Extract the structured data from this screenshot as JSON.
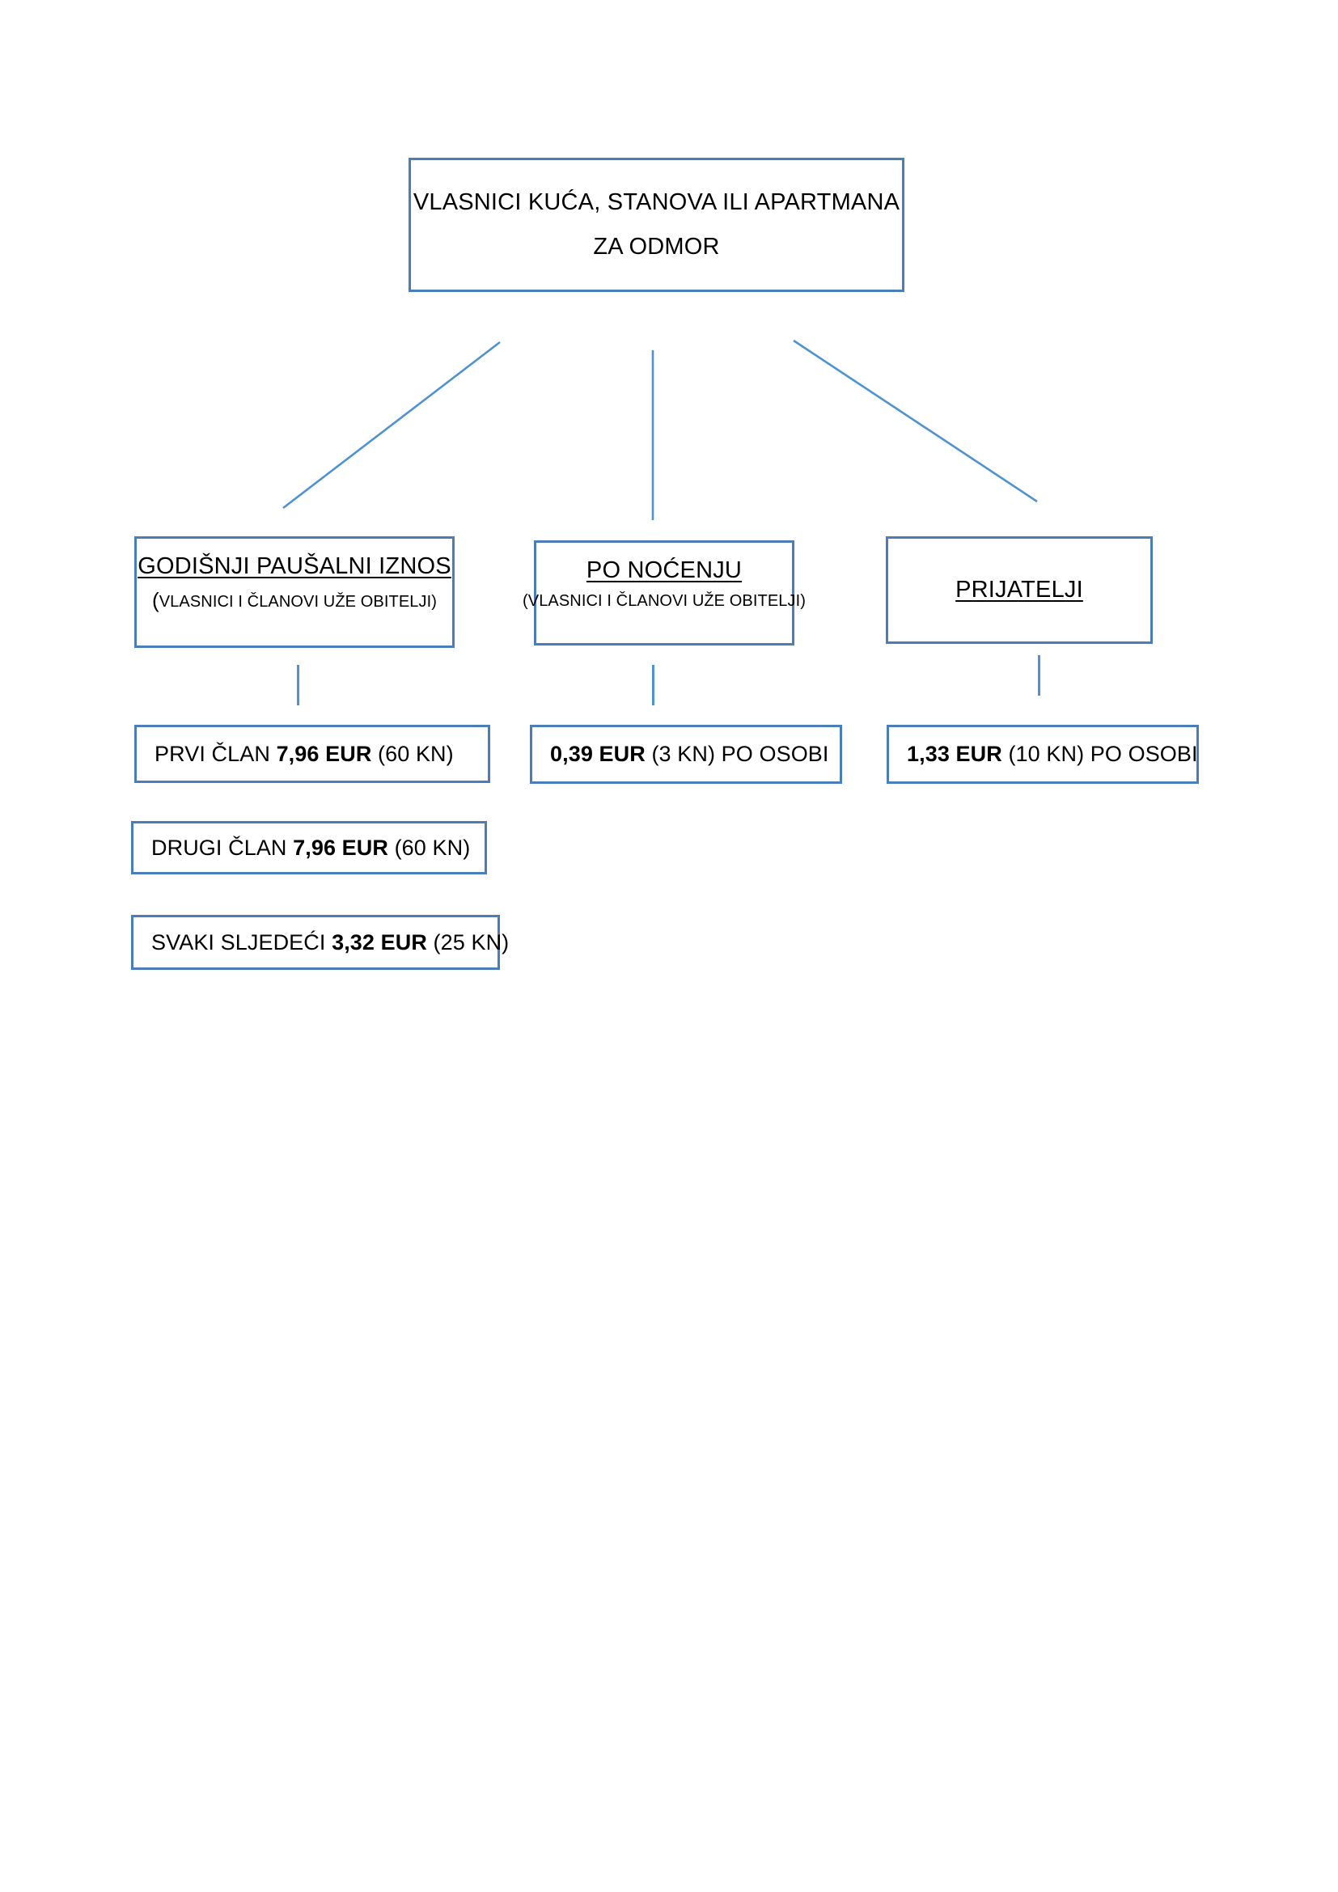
{
  "diagram": {
    "type": "hierarchy-tree",
    "colors": {
      "box_border": "#4a7ebb",
      "connector": "#4e92d0",
      "text": "#000000",
      "background": "#ffffff"
    },
    "root": {
      "line_1": "VLASNICI KUĆA, STANOVA ILI APARTMANA",
      "line_2": "ZA ODMOR"
    },
    "categories": [
      {
        "id": "godisnji-pausalni-iznos",
        "title": "GODIŠNJI PAUŠALNI IZNOS",
        "subtitle_paren_open": "(",
        "subtitle": "VLASNICI I ČLANOVI UŽE OBITELJI)"
      },
      {
        "id": "po-nocenju",
        "title": "PO NOĆENJU",
        "subtitle_paren_open": "(",
        "subtitle": "VLASNICI I ČLANOVI UŽE OBITELJI)"
      },
      {
        "id": "prijatelji",
        "title": " PRIJATELJI",
        "subtitle_paren_open": "",
        "subtitle": ""
      }
    ],
    "amounts": {
      "godisnji": [
        {
          "id": "prvi-clan",
          "prefix": "PRVI ČLAN ",
          "value": "7,96 EUR",
          "suffix": " (60 KN)"
        },
        {
          "id": "drugi-clan",
          "prefix": "DRUGI ČLAN ",
          "value": "7,96 EUR",
          "suffix": " (60 KN)"
        },
        {
          "id": "svaki-sljedeci",
          "prefix": "SVAKI SLJEDEĆI ",
          "value": "3,32 EUR",
          "suffix": " (25 KN)"
        }
      ],
      "po_nocenju": [
        {
          "id": "po-nocenju-cijena",
          "prefix": "",
          "value": "0,39 EUR",
          "suffix": " (3 KN) PO OSOBI"
        }
      ],
      "prijatelji": [
        {
          "id": "prijatelji-cijena",
          "prefix": "",
          "value": "1,33 EUR",
          "suffix": " (10 KN) PO OSOBI"
        }
      ]
    }
  }
}
